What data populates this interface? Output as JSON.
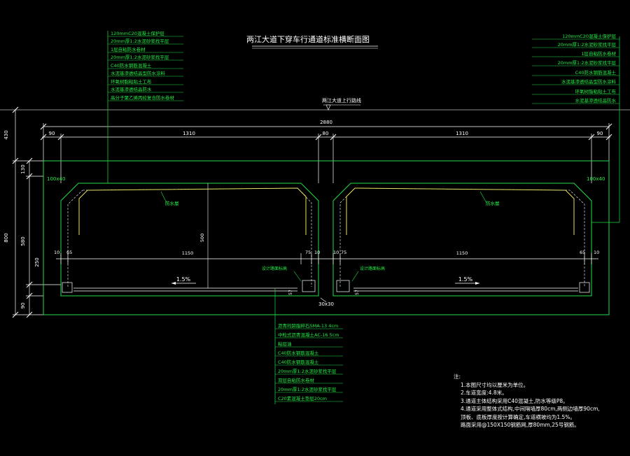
{
  "title": "两江大道下穿车行通道标准横断面图",
  "center_label": "两江大道上行路线",
  "dims": {
    "total_width": "2880",
    "w90_left": "90",
    "w1310_left": "1310",
    "w80": "80",
    "w1310_right": "1310",
    "w90_right": "90",
    "left_h430": "430",
    "left_h130": "130",
    "left_h580": "580",
    "left_h250": "250",
    "left_h90": "90",
    "left_h800": "800",
    "chamfer_left": "100x40",
    "chamfer_right": "100x40",
    "w10_a": "10",
    "w65_a": "65",
    "w1150_a": "1150",
    "w75_a": "75",
    "w10_b": "10",
    "w10_c": "10",
    "w75_b": "75",
    "w1150_b": "1150",
    "w65_b": "65",
    "w10_d": "10",
    "h500": "500",
    "slope_left": "1.5%",
    "slope_right": "1.5%",
    "w57_a": "57",
    "w57_b": "57",
    "drain_30x30": "30x30"
  },
  "labels": {
    "waterproof_left": "防水層",
    "waterproof_right": "防水層",
    "drain_left": "设计路面标高",
    "drain_right": "设计路面标高"
  },
  "layers_top_left": [
    "120mmC20混凝土保护层",
    "20mm厚1:2水泥砂浆找平层",
    "1层自粘防水卷材",
    "20mm厚1:2水泥砂浆找平层",
    "C40防水钢筋混凝土",
    "水泥基渗透结晶型防水涂料",
    "环氧树脂粘贴土工布",
    "水泥基渗透结晶防水",
    "高分子聚乙烯丙纶复合防水卷材"
  ],
  "layers_top_right": [
    "120mmC20混凝土保护层",
    "20mm厚1:2水泥砂浆找平层",
    "1层自粘防水卷材",
    "20mm厚1:2水泥砂浆找平层",
    "C40防水钢筋混凝土",
    "水泥基渗透结晶型防水涂料",
    "环氧树脂粘贴土工布",
    "水泥基渗透结晶防水"
  ],
  "layers_bottom": [
    "沥青玛蹄脂碎石SMA-13 4cm",
    "中粒式沥青混凝土AC-16 5cm",
    "粘层油",
    "C40防水钢筋混凝土",
    "C40防水钢筋混凝土",
    "20mm厚1:2水泥砂浆找平层",
    "双层自粘防水卷材",
    "20mm厚1:2水泥砂浆找平层",
    "C20素混凝土垫层20cm"
  ],
  "notes": {
    "heading": "注:",
    "items": [
      "1.本图尺寸均以厘米为单位。",
      "2.车道宽度:4.8米。",
      "3.通道主体结构采用C40混凝土,防水等级P8。",
      "4.通道采用整体式结构,中间隔墙厚80cm,两侧边墙厚90cm,",
      "  顶板、底板厚度按计算确定,车道横坡均为1.5%。",
      "  路面采用@150X150钢筋网,厚80mm,25号钢筋。"
    ]
  },
  "colors": {
    "structure": "#22dd44",
    "dimension": "#ffffff",
    "layer_text": "#22ee44",
    "yellow_line": "#e8e060",
    "title": "#ffffff"
  }
}
